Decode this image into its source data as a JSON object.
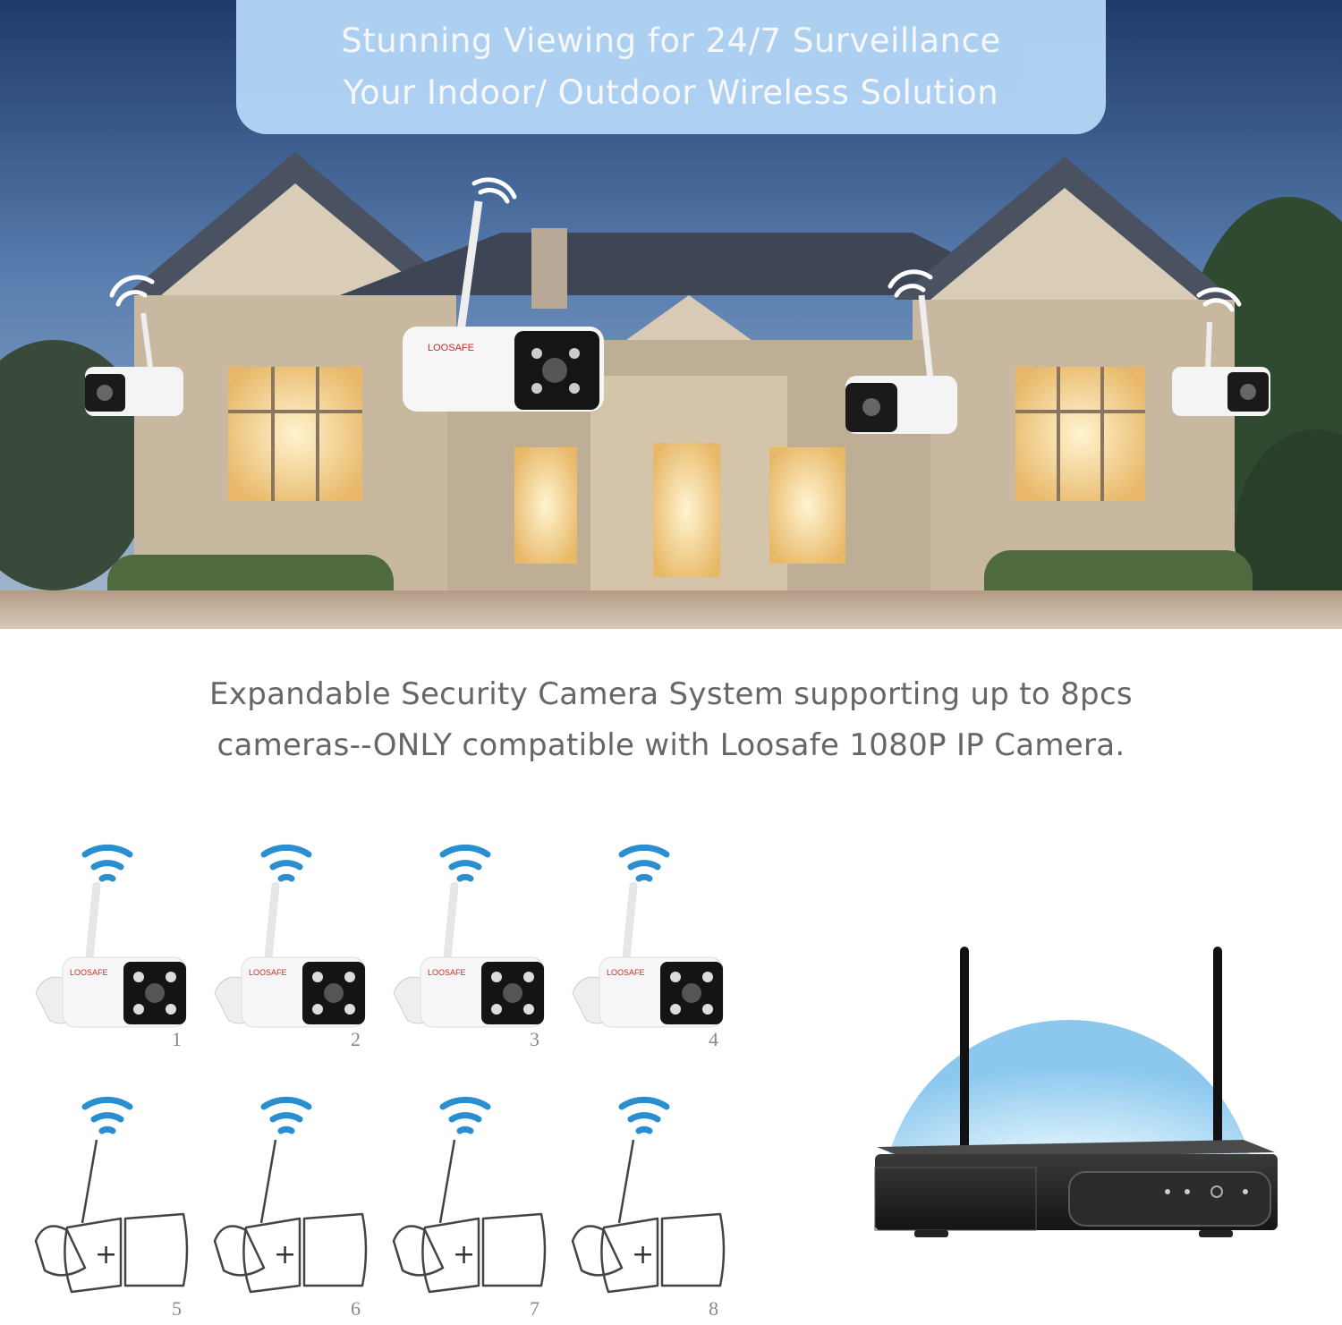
{
  "banner": {
    "line1": "Stunning Viewing for 24/7 Surveillance",
    "line2": "Your Indoor/ Outdoor Wireless Solution"
  },
  "description": {
    "line1": "Expandable Security Camera System supporting up to 8pcs",
    "line2": "cameras--ONLY compatible with Loosafe 1080P IP Camera."
  },
  "brand": "LOOSAFE",
  "cameras": {
    "installed": [
      "1",
      "2",
      "3",
      "4"
    ],
    "expandable": [
      "5",
      "6",
      "7",
      "8"
    ],
    "expand_symbol": "+"
  },
  "colors": {
    "banner_bg": "#b3d6f7",
    "wifi_signal": "#2a8fd0",
    "brand_red": "#d3262b",
    "text_gray": "#666666"
  }
}
